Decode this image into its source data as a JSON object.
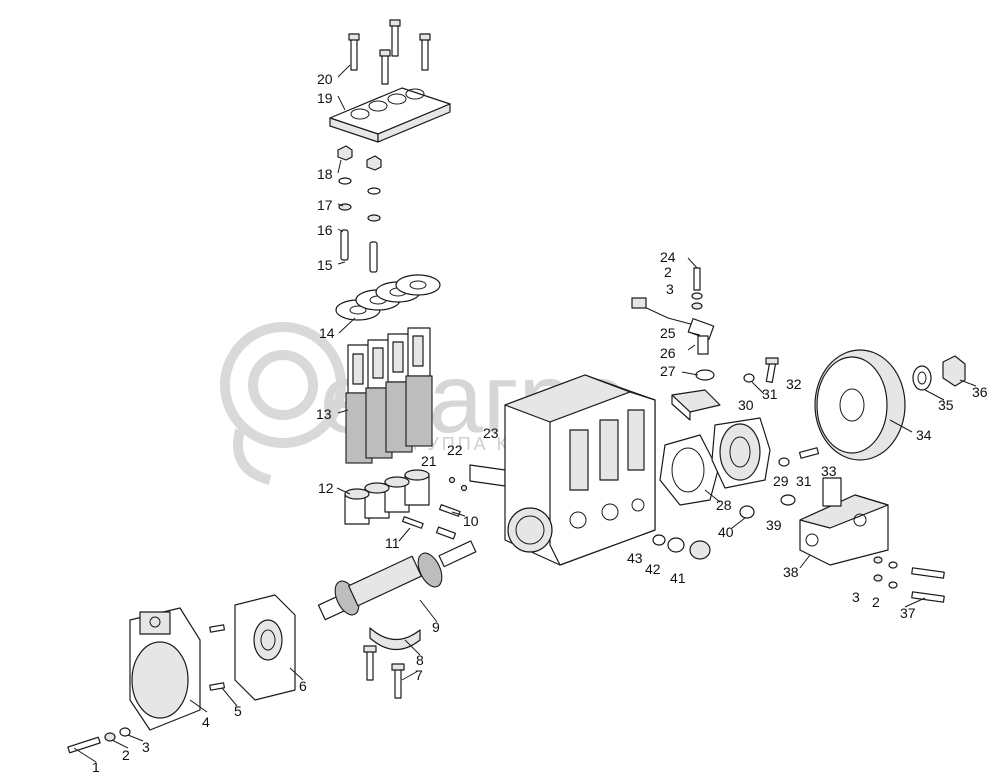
{
  "diagram": {
    "watermark": {
      "brand": "елагро",
      "subtitle": "ГРУППА КОМПАНИЙ"
    },
    "callouts": [
      "1",
      "2",
      "3",
      "4",
      "5",
      "6",
      "7",
      "8",
      "9",
      "10",
      "11",
      "12",
      "13",
      "14",
      "15",
      "16",
      "17",
      "18",
      "19",
      "20",
      "21",
      "22",
      "23",
      "24",
      "2",
      "3",
      "25",
      "26",
      "27",
      "28",
      "29",
      "30",
      "31",
      "31",
      "32",
      "33",
      "34",
      "35",
      "36",
      "37",
      "38",
      "39",
      "40",
      "41",
      "42",
      "43",
      "3",
      "2"
    ],
    "colors": {
      "line": "#1a1a1a",
      "fill_light": "#e6e6e6",
      "watermark": "#d9d9d9"
    }
  }
}
